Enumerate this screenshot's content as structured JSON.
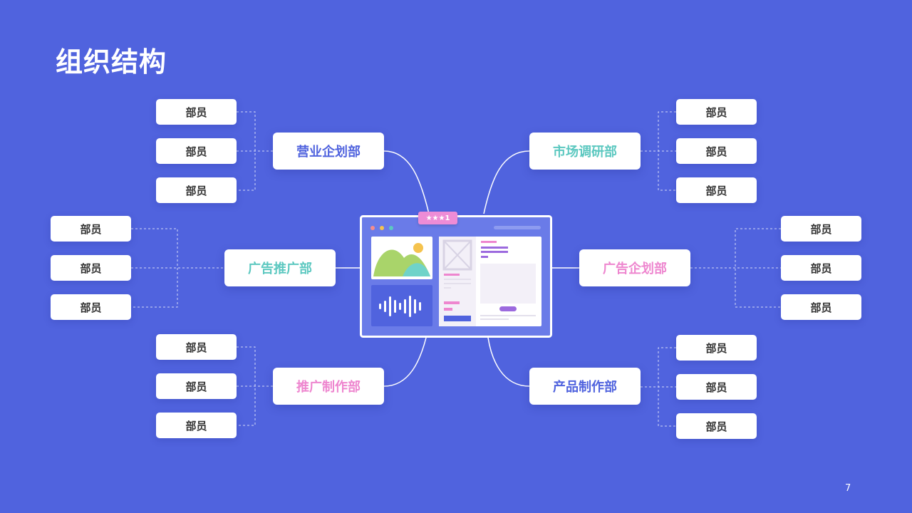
{
  "title": "组织结构",
  "page_number": "7",
  "center_badge": "★★★1",
  "colors": {
    "background": "#5063DE",
    "blue_text": "#5063DE",
    "teal_text": "#5CC8C0",
    "pink_text": "#EE86CF"
  },
  "departments": [
    {
      "name": "营业企划部",
      "color": "#5063DE",
      "members": [
        "部员",
        "部员",
        "部员"
      ]
    },
    {
      "name": "市场调研部",
      "color": "#5CC8C0",
      "members": [
        "部员",
        "部员",
        "部员"
      ]
    },
    {
      "name": "广告推广部",
      "color": "#5CC8C0",
      "members": [
        "部员",
        "部员",
        "部员"
      ]
    },
    {
      "name": "广告企划部",
      "color": "#EE86CF",
      "members": [
        "部员",
        "部员",
        "部员"
      ]
    },
    {
      "name": "推广制作部",
      "color": "#EE86CF",
      "members": [
        "部员",
        "部员",
        "部员"
      ]
    },
    {
      "name": "产品制作部",
      "color": "#5063DE",
      "members": [
        "部员",
        "部员",
        "部员"
      ]
    }
  ]
}
